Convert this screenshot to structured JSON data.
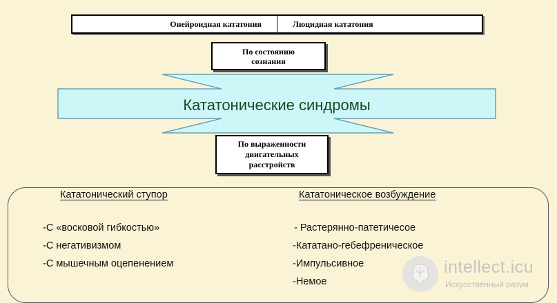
{
  "top_table": {
    "left": "Онейроидная кататония",
    "right": "Люцидная кататония"
  },
  "box_consciousness": "По состоянию\nсознания",
  "box_motor": "По выраженности\nдвигательных\nрасстройств",
  "center_label": "Кататонические синдромы",
  "stupor": {
    "heading": "Кататонический ступор",
    "items": [
      "-С «восковой гибкостью»",
      "-С негативизмом",
      "-С мышечным оцепенением"
    ]
  },
  "excitation": {
    "heading": "Кататоническое возбуждение",
    "items": [
      "- Растерянно-патетичесое",
      "-Кататано-гебефреническое",
      "-Импульсивное",
      "-Немое"
    ]
  },
  "watermark": {
    "name": "intellect.icu",
    "subtitle": "Искусственный разум"
  },
  "colors": {
    "background": "#fbf3d6",
    "arrow_fill": "#ccf6f8",
    "arrow_stroke": "#6d9fb4",
    "center_text": "#1a4a24"
  }
}
